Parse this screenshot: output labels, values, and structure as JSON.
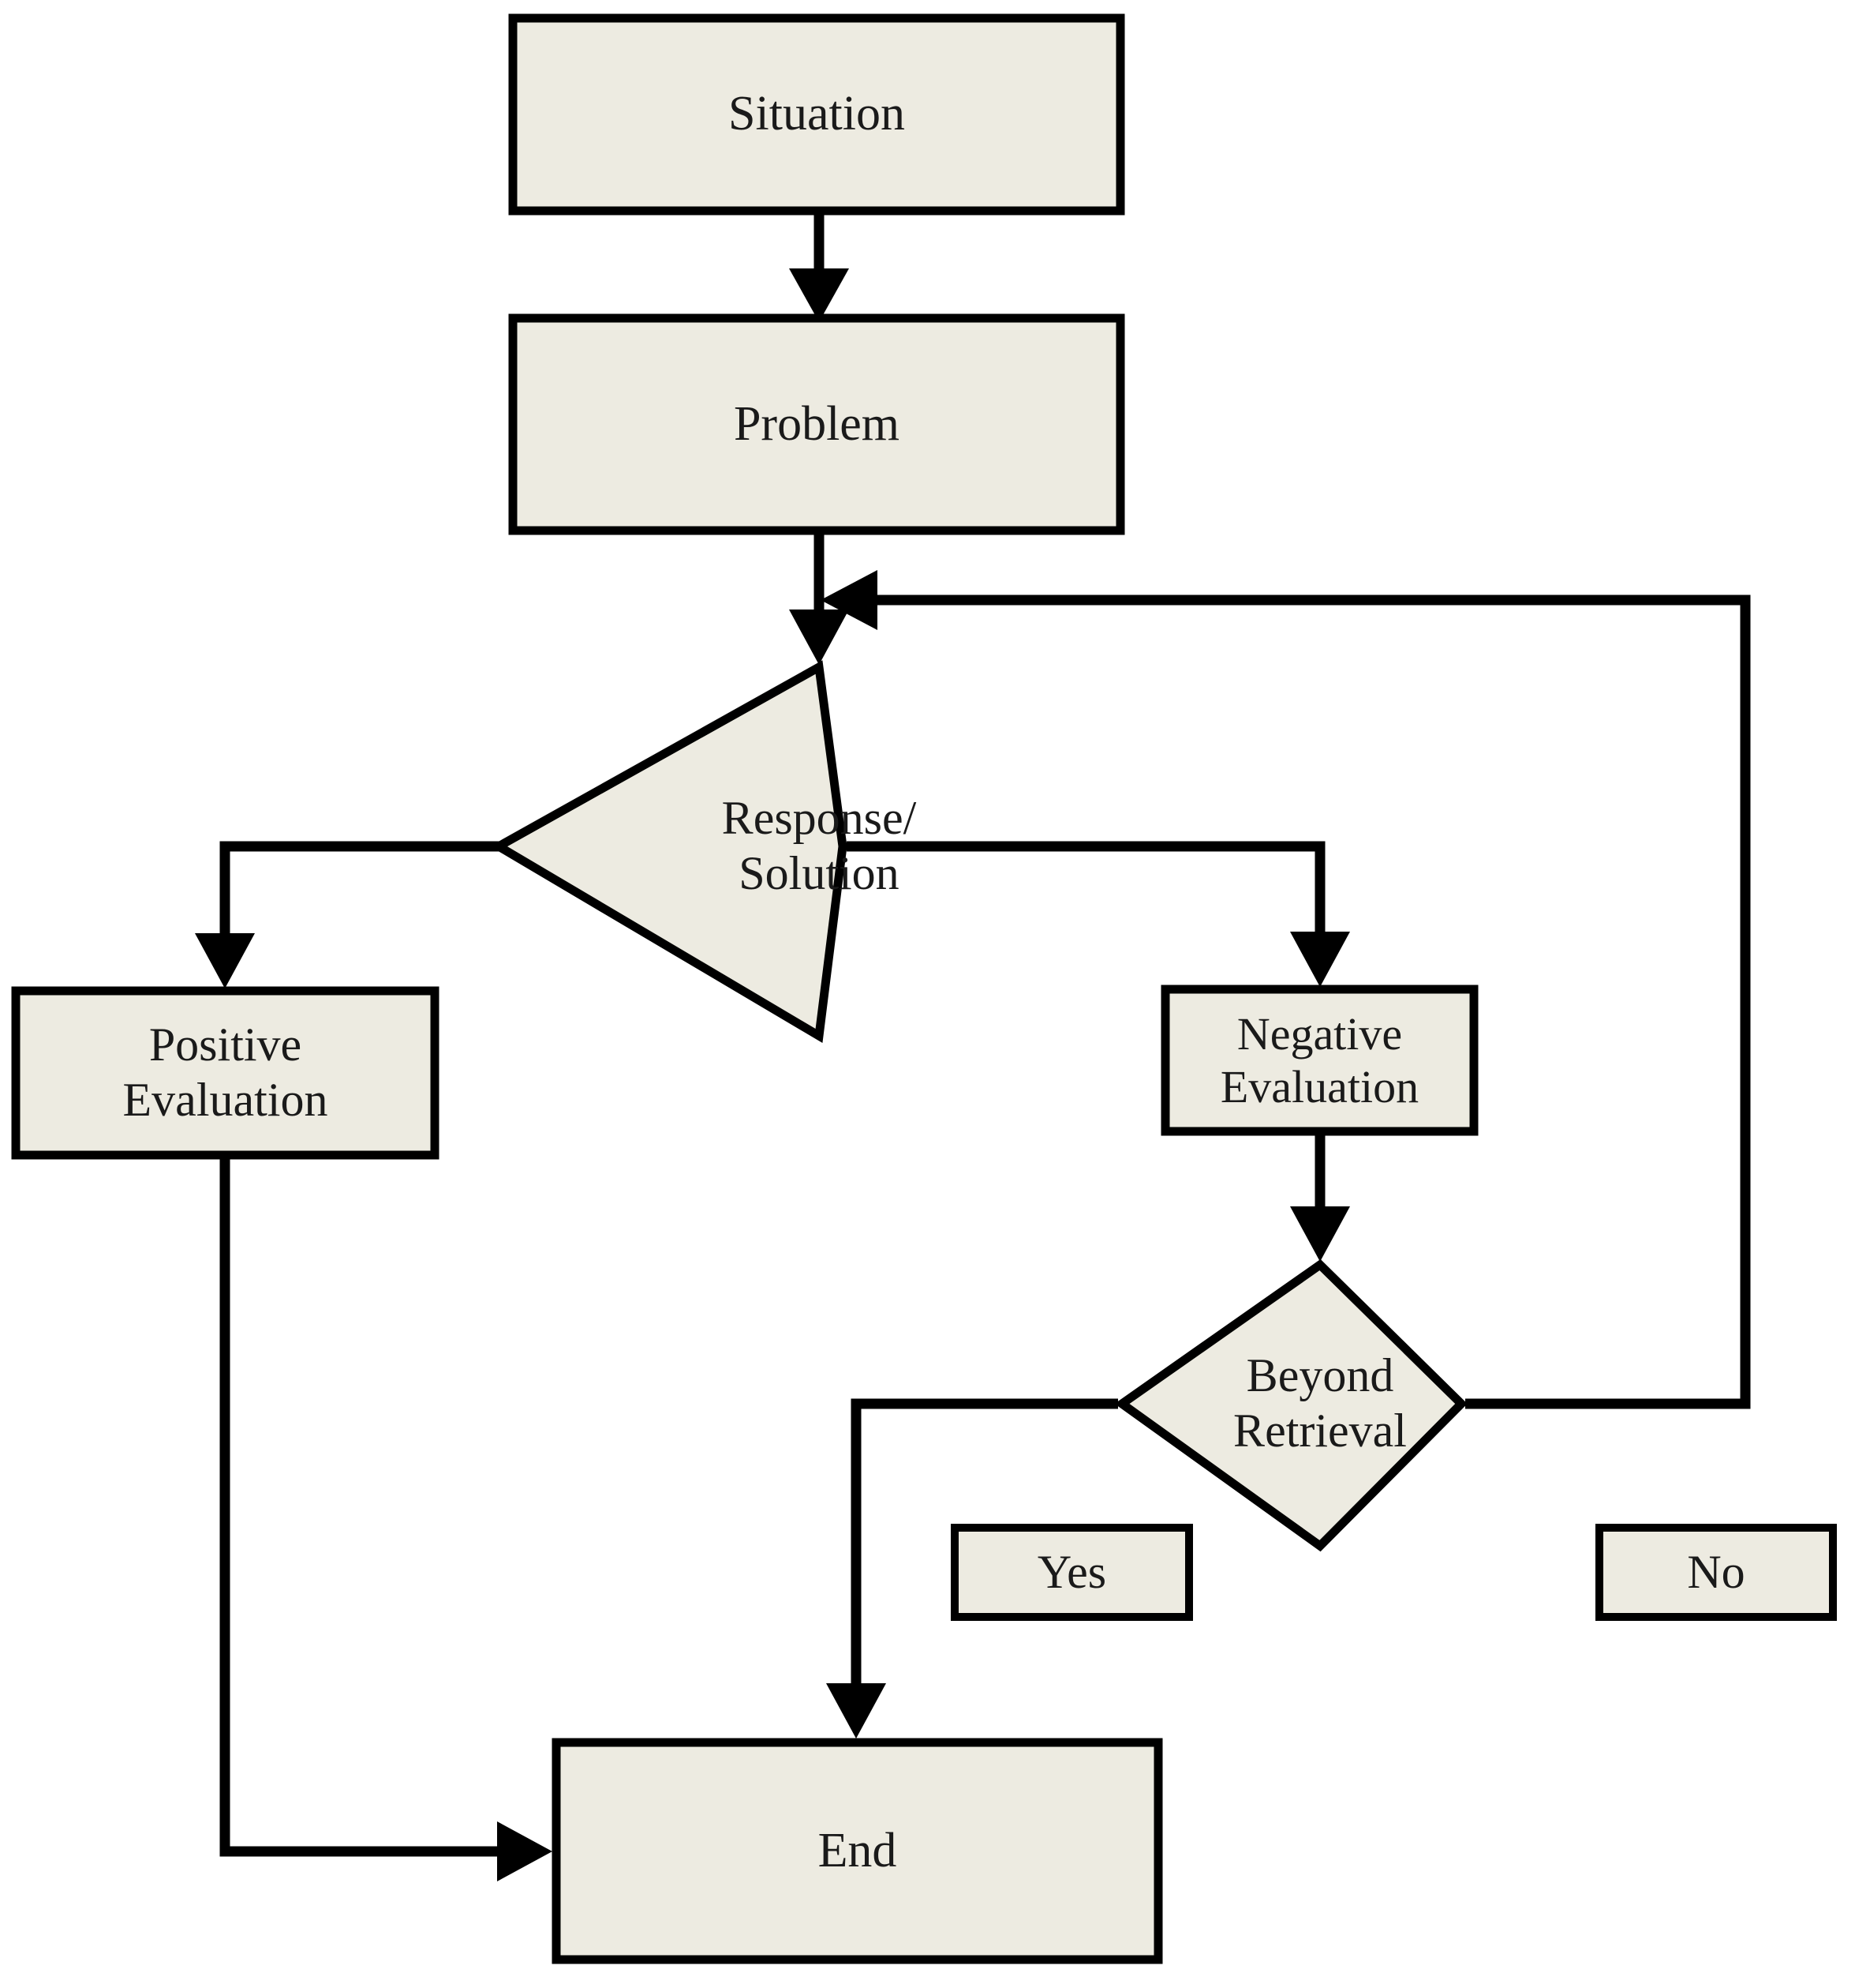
{
  "diagram": {
    "title": "Situation-Problem-Response-Evaluation flowchart",
    "colors": {
      "node_fill": "#edebe1",
      "node_stroke": "#000000",
      "connector": "#000000",
      "background": "#ffffff"
    },
    "nodes": [
      {
        "id": "situation",
        "label": "Situation",
        "shape": "rectangle"
      },
      {
        "id": "problem",
        "label": "Problem",
        "shape": "rectangle"
      },
      {
        "id": "response",
        "label": "Response/\nSolution",
        "shape": "diamond"
      },
      {
        "id": "positive",
        "label": "Positive\nEvaluation",
        "shape": "rectangle"
      },
      {
        "id": "negative",
        "label": "Negative\nEvaluation",
        "shape": "rectangle"
      },
      {
        "id": "beyond",
        "label": "Beyond\nRetrieval",
        "shape": "diamond"
      },
      {
        "id": "yes",
        "label": "Yes",
        "shape": "rectangle"
      },
      {
        "id": "no",
        "label": "No",
        "shape": "rectangle"
      },
      {
        "id": "end",
        "label": "End",
        "shape": "rectangle"
      }
    ],
    "edges": [
      {
        "id": "e1",
        "from": "situation",
        "to": "problem",
        "label": ""
      },
      {
        "id": "e2",
        "from": "problem",
        "to": "response",
        "label": ""
      },
      {
        "id": "e3",
        "from": "response",
        "to": "positive",
        "label": ""
      },
      {
        "id": "e4",
        "from": "response",
        "to": "negative",
        "label": ""
      },
      {
        "id": "e5",
        "from": "negative",
        "to": "beyond",
        "label": ""
      },
      {
        "id": "e6",
        "from": "beyond",
        "to": "end",
        "label": "Yes"
      },
      {
        "id": "e7",
        "from": "beyond",
        "to": "response",
        "label": "No"
      },
      {
        "id": "e8",
        "from": "positive",
        "to": "end",
        "label": ""
      }
    ]
  }
}
